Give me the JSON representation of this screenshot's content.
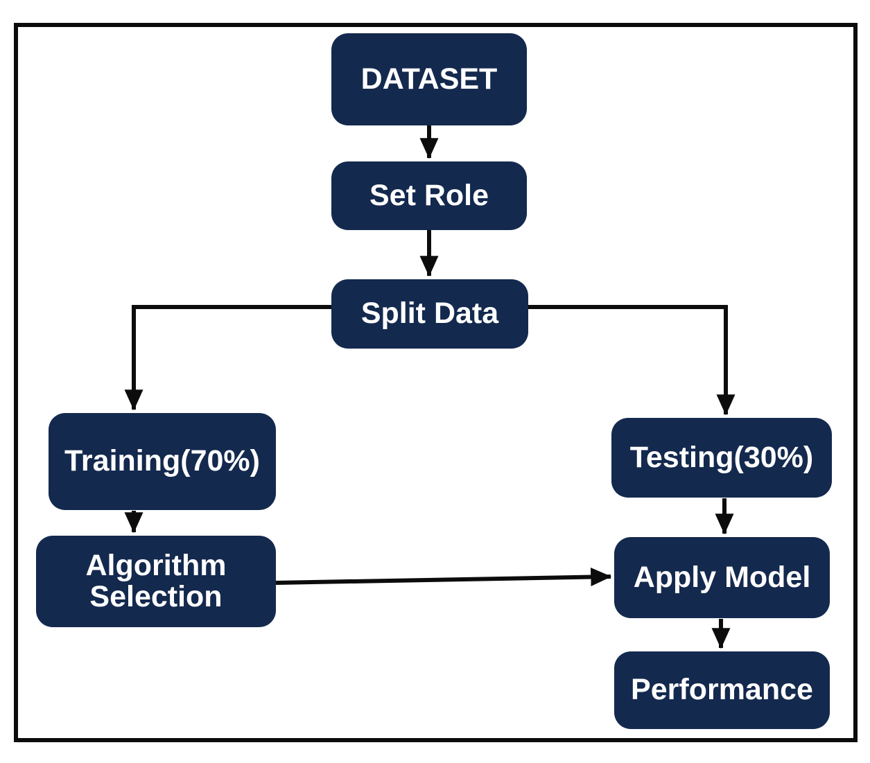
{
  "diagram": {
    "type": "flowchart",
    "nodes": {
      "dataset": {
        "label": "DATASET"
      },
      "set_role": {
        "label": "Set Role"
      },
      "split_data": {
        "label": "Split Data"
      },
      "training": {
        "label": "Training(70%)"
      },
      "algorithm_selection": {
        "label": "Algorithm Selection"
      },
      "testing": {
        "label": "Testing(30%)"
      },
      "apply_model": {
        "label": "Apply Model"
      },
      "performance": {
        "label": "Performance"
      }
    },
    "edges": [
      {
        "from": "DATASET",
        "to": "Set Role"
      },
      {
        "from": "Set Role",
        "to": "Split Data"
      },
      {
        "from": "Split Data",
        "to": "Training(70%)"
      },
      {
        "from": "Split Data",
        "to": "Testing(30%)"
      },
      {
        "from": "Training(70%)",
        "to": "Algorithm Selection"
      },
      {
        "from": "Algorithm Selection",
        "to": "Apply Model"
      },
      {
        "from": "Testing(30%)",
        "to": "Apply Model"
      },
      {
        "from": "Apply Model",
        "to": "Performance"
      }
    ],
    "colors": {
      "node_fill": "#14294e",
      "node_text": "#ffffff",
      "connector": "#0c0c0c",
      "frame_border": "#0c0c0c",
      "background": "#ffffff"
    }
  }
}
